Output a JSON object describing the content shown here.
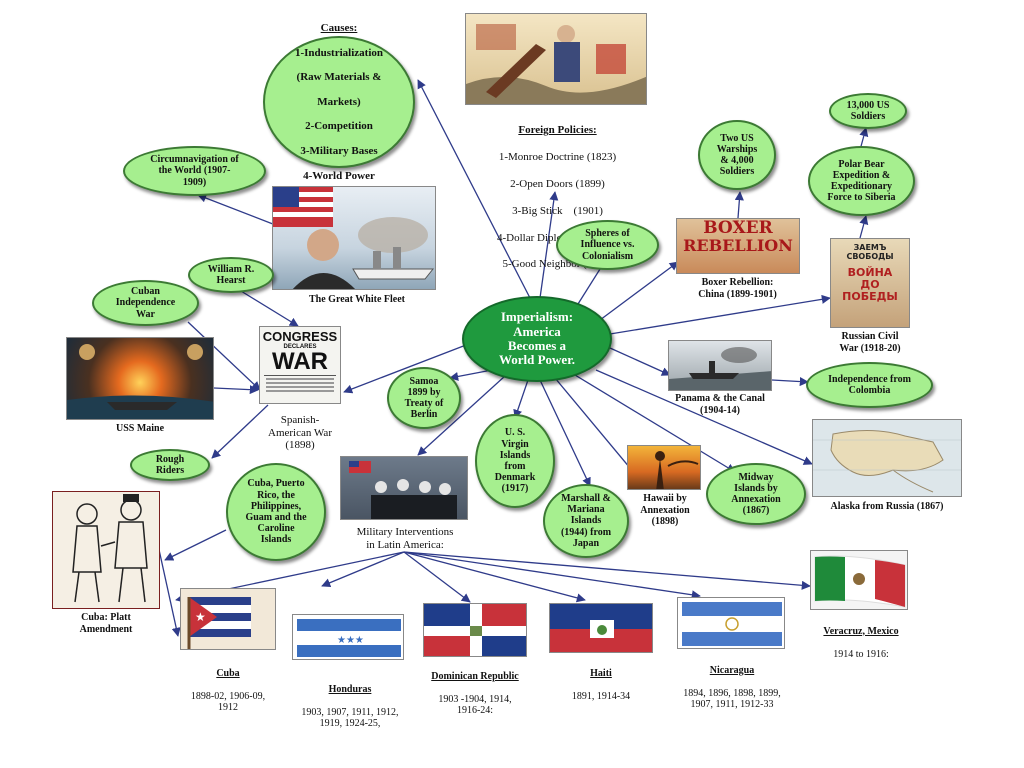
{
  "center": "Imperialism:\nAmerica\nBecomes a\nWorld Power.",
  "causes": {
    "title": "Causes:",
    "items": [
      "1-Industrialization",
      "(Raw Materials &",
      "Markets)",
      "2-Competition",
      "3-Military Bases",
      "4-World Power"
    ]
  },
  "foreign_policies": {
    "title": "Foreign Policies:",
    "items": [
      "1-Monroe Doctrine (1823)",
      "2-Open Doors (1899)",
      "3-Big Stick    (1901)",
      "4-Dollar Diplomacy (1909)",
      "5-Good Neighbor (1933)"
    ]
  },
  "nodes": {
    "circumnavigation": "Circumnavigation of\nthe World (1907-\n1909)",
    "hearst": "William R.\nHearst",
    "cuban_war": "Cuban\nIndependence\nWar",
    "rough_riders": "Rough\nRiders",
    "cuba_islands": "Cuba, Puerto\nRico, the\nPhilippines,\nGuam and the\nCaroline\nIslands",
    "samoa": "Samoa\n1899 by\nTreaty of\nBerlin",
    "virgin": "U. S.\nVirgin\nIslands\nfrom\nDenmark\n(1917)",
    "marshall": "Marshall &\nMariana\nIslands\n(1944) from\nJapan",
    "spheres": "Spheres of\nInfluence vs.\nColonialism",
    "two_warships": "Two US\nWarships\n& 4,000\nSoldiers",
    "soldiers_13000": "13,000 US\nSoldiers",
    "polar_bear": "Polar Bear\nExpedition  &\nExpeditionary\nForce to Siberia",
    "colombia": "Independence  from\nColombia",
    "midway": "Midway\nIslands by\nAnnexation\n(1867)"
  },
  "captions": {
    "great_white_fleet": "The Great  White Fleet",
    "uss_maine": "USS Maine",
    "spanish_war": "Spanish-\nAmerican War\n(1898)",
    "boxer": "Boxer Rebellion:\nChina (1899-1901)",
    "russian_war": "Russian Civil\nWar (1918-20)",
    "panama": "Panama & the Canal\n(1904-14)",
    "alaska": "Alaska from Russia (1867)",
    "hawaii": "Hawaii by\nAnnexation\n(1898)",
    "military": "Military Interventions\nin Latin America:",
    "platt": "Cuba: Platt\nAmendment"
  },
  "picture_text": {
    "congress": "CONGRESS",
    "declares": "DECLARES",
    "war": "WAR",
    "boxer_line1": "BOXER",
    "boxer_line2": "REBELLION",
    "poster_top": "ЗАЕМЪ СВОБОДЫ",
    "poster_main": "ВОЙНА\nДО\nПОБЕДЫ"
  },
  "countries": [
    {
      "name": "Cuba",
      "years": "1898-02, 1906-09,\n1912"
    },
    {
      "name": "Honduras",
      "years": "1903, 1907, 1911, 1912,\n1919, 1924-25,"
    },
    {
      "name": "Dominican Republic",
      "years": "1903 -1904, 1914,\n1916-24:"
    },
    {
      "name": "Haiti",
      "years": "1891, 1914-34"
    },
    {
      "name": "Nicaragua",
      "years": "1894, 1896, 1898, 1899,\n1907, 1911, 1912-33"
    },
    {
      "name": "Veracruz, Mexico",
      "years": "1914 to 1916:"
    }
  ],
  "colors": {
    "oval_fill": "#a6ef8f",
    "center_fill": "#1f9a3e",
    "arrow": "#2f3b8a"
  }
}
